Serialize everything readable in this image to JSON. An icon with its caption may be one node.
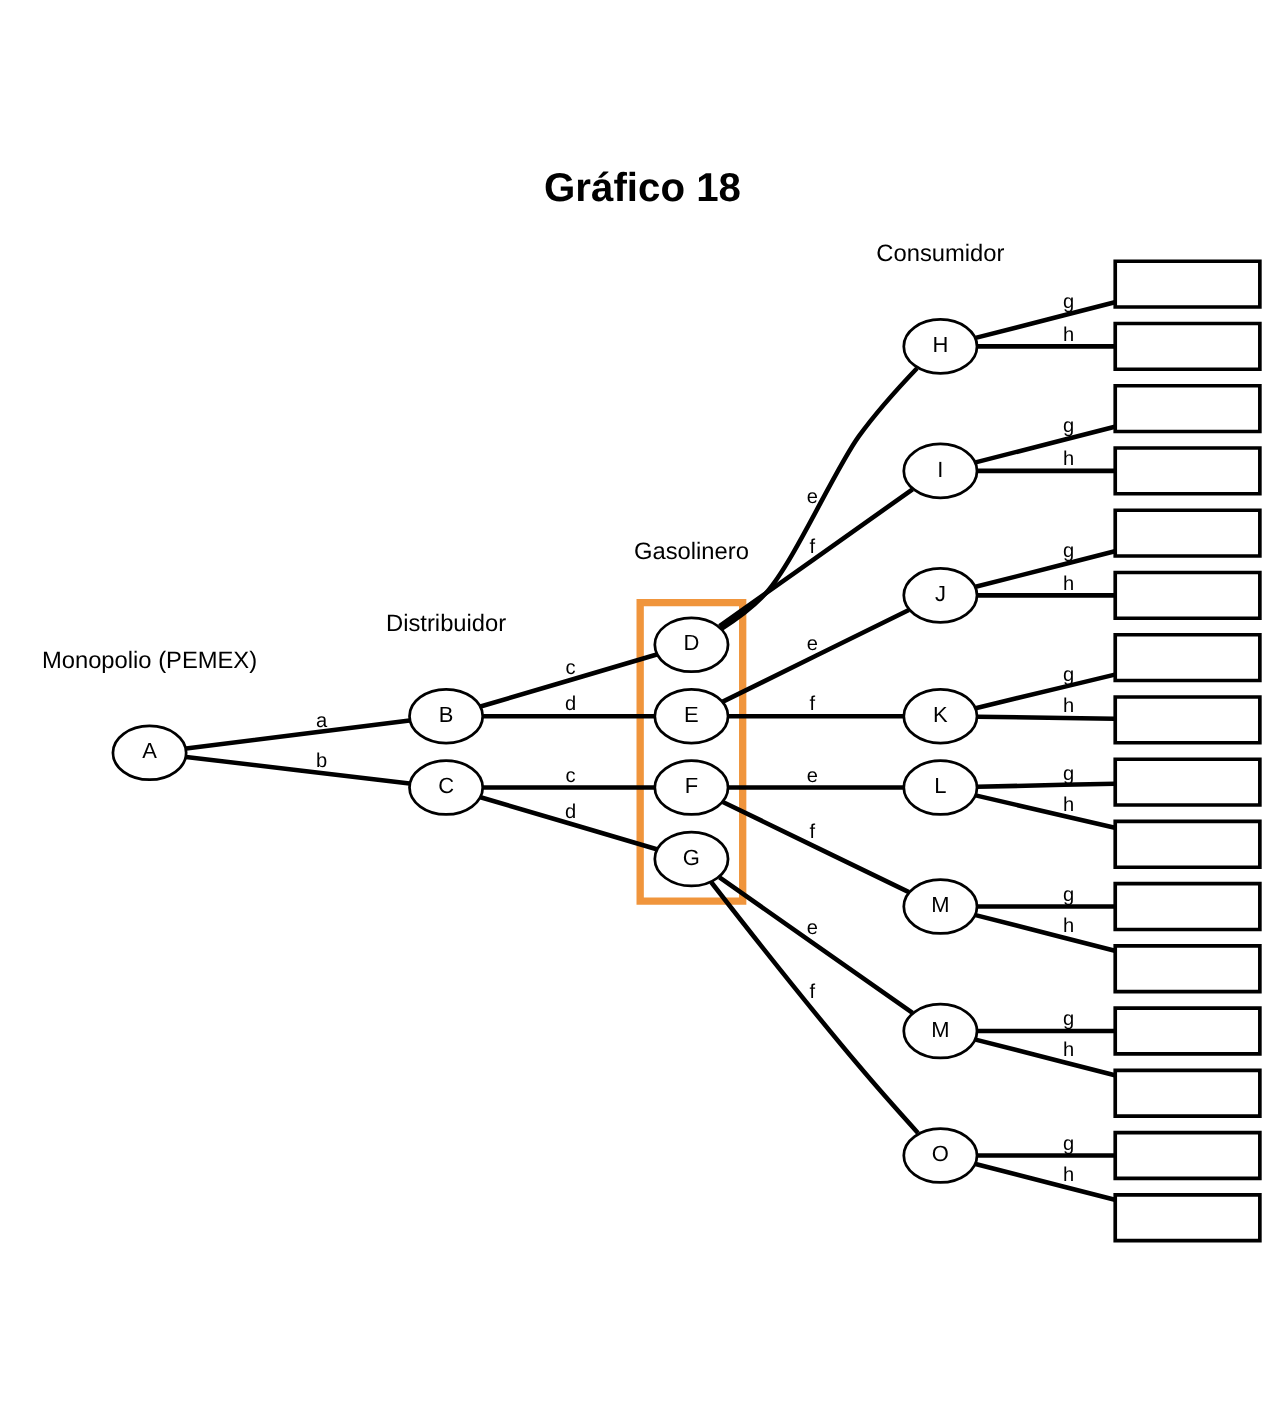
{
  "diagram": {
    "title": "Gráfico 18",
    "nodes": [
      {
        "text": [
          "A"
        ]
      },
      {
        "text": [
          "B"
        ]
      },
      {
        "text": [
          "C"
        ]
      },
      {
        "text": [],
        "shape": "box"
      },
      {
        "text": [
          "D"
        ],
        "in": 3
      },
      {
        "text": [
          "E"
        ],
        "in": 3
      },
      {
        "text": [
          "F"
        ],
        "in": 3
      },
      {
        "text": [
          "G"
        ],
        "in": 3
      },
      {
        "text": [
          "H"
        ]
      },
      {
        "text": [
          "I"
        ]
      },
      {
        "text": [
          "J"
        ]
      },
      {
        "text": [
          "K"
        ]
      },
      {
        "text": [
          "L"
        ]
      },
      {
        "text": [
          "M"
        ]
      },
      {
        "text": [
          "M"
        ]
      },
      {
        "text": [
          "O"
        ]
      },
      {
        "text": [],
        "shape": "box"
      },
      {
        "text": [],
        "shape": "box"
      },
      {
        "text": [],
        "shape": "box"
      },
      {
        "text": [],
        "shape": "box"
      },
      {
        "text": [],
        "shape": "box"
      },
      {
        "text": [],
        "shape": "box"
      },
      {
        "text": [],
        "shape": "box"
      },
      {
        "text": [],
        "shape": "box"
      },
      {
        "text": [],
        "shape": "box"
      },
      {
        "text": [],
        "shape": "box"
      },
      {
        "text": [],
        "shape": "box"
      },
      {
        "text": [],
        "shape": "box"
      },
      {
        "text": [],
        "shape": "box"
      },
      {
        "text": [],
        "shape": "box"
      },
      {
        "text": [],
        "shape": "box"
      },
      {
        "text": [],
        "shape": "box"
      }
    ],
    "edges": [
      {
        "from": 0,
        "to": 1,
        "arrow": "none",
        "label": "a"
      },
      {
        "from": 0,
        "to": 2,
        "arrow": "none",
        "label": "b"
      },
      {
        "from": 1,
        "to": 4,
        "arrow": "none",
        "label": "c"
      },
      {
        "from": 1,
        "to": 5,
        "arrow": "none",
        "label": "d"
      },
      {
        "from": 2,
        "to": 6,
        "arrow": "none",
        "label": "c"
      },
      {
        "from": 2,
        "to": 7,
        "arrow": "none",
        "label": "d"
      },
      {
        "from": 4,
        "to": 8,
        "arrow": "none",
        "label": "e"
      },
      {
        "from": 4,
        "to": 9,
        "arrow": "none",
        "label": "f"
      },
      {
        "from": 5,
        "to": 10,
        "arrow": "none",
        "label": "e"
      },
      {
        "from": 5,
        "to": 11,
        "arrow": "none",
        "label": "f"
      },
      {
        "from": 6,
        "to": 12,
        "arrow": "none",
        "label": "e"
      },
      {
        "from": 6,
        "to": 13,
        "arrow": "none",
        "label": "f"
      },
      {
        "from": 7,
        "to": 14,
        "arrow": "none",
        "label": "e"
      },
      {
        "from": 7,
        "to": 15,
        "arrow": "none",
        "label": "f"
      },
      {
        "from": 8,
        "to": 16,
        "arrow": "none",
        "label": "g"
      },
      {
        "from": 8,
        "to": 17,
        "arrow": "none",
        "label": "h"
      },
      {
        "from": 9,
        "to": 18,
        "arrow": "none",
        "label": "g"
      },
      {
        "from": 9,
        "to": 19,
        "arrow": "none",
        "label": "h"
      },
      {
        "from": 10,
        "to": 20,
        "arrow": "none",
        "label": "g"
      },
      {
        "from": 10,
        "to": 21,
        "arrow": "none",
        "label": "h"
      },
      {
        "from": 11,
        "to": 22,
        "arrow": "none",
        "label": "g"
      },
      {
        "from": 11,
        "to": 23,
        "arrow": "none",
        "label": "h"
      },
      {
        "from": 12,
        "to": 24,
        "arrow": "none",
        "label": "g"
      },
      {
        "from": 12,
        "to": 25,
        "arrow": "none",
        "label": "h"
      },
      {
        "from": 13,
        "to": 26,
        "arrow": "none",
        "label": "g"
      },
      {
        "from": 13,
        "to": 27,
        "arrow": "none",
        "label": "h"
      },
      {
        "from": 14,
        "to": 28,
        "arrow": "none",
        "label": "g"
      },
      {
        "from": 14,
        "to": 29,
        "arrow": "none",
        "label": "h"
      },
      {
        "from": 15,
        "to": 30,
        "arrow": "none",
        "label": "g"
      },
      {
        "from": 15,
        "to": 31,
        "arrow": "none",
        "label": "h"
      }
    ],
    "labels": [
      "Consumidor",
      "Gasolinero",
      "Distribuidor",
      "Monopolio (PEMEX)"
    ]
  }
}
